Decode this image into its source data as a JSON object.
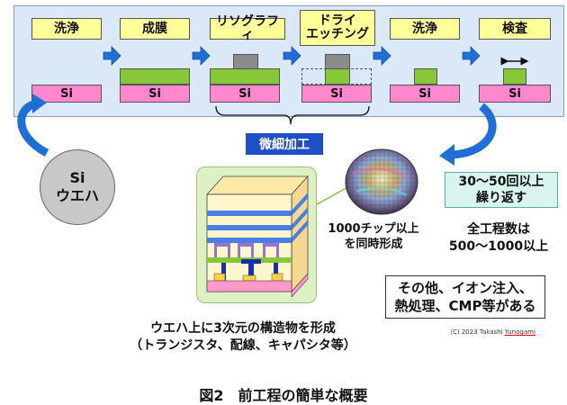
{
  "process_steps": [
    {
      "label": "洗浄"
    },
    {
      "label": "成膜"
    },
    {
      "label": "リソグラフィ"
    },
    {
      "label_line1": "ドライ",
      "label_line2": "エッチング"
    },
    {
      "label": "洗浄"
    },
    {
      "label": "検査"
    }
  ],
  "substrate_label": "Si",
  "wafer": {
    "line1": "Si",
    "line2": "ウエハ"
  },
  "micro_label": "微細加工",
  "repeat": {
    "line1": "30～50回以上",
    "line2": "繰り返す"
  },
  "chips_text": {
    "line1": "1000チップ以上",
    "line2": "を同時形成"
  },
  "total_steps": {
    "line1": "全工程数は",
    "line2": "500～1000以上"
  },
  "other_box": {
    "line1": "その他、イオン注入、",
    "line2": "熱処理、CMP等がある"
  },
  "structure_caption": {
    "line1": "ウエハ上に3次元の構造物を形成",
    "line2": "（トランジスタ、配線、キャパシタ等）"
  },
  "copyright": {
    "prefix": "（C) 2023 Takashi ",
    "name": "Yunogami"
  },
  "figure_caption": "図2　前工程の簡単な概要",
  "colors": {
    "panel": "#dbe8f7",
    "label": "#ffff9a",
    "si": "#ff88cc",
    "film": "#88c838",
    "resist": "#8c8c8c",
    "arrow": "#1f6fd6",
    "micro": "#1f4fc8"
  }
}
